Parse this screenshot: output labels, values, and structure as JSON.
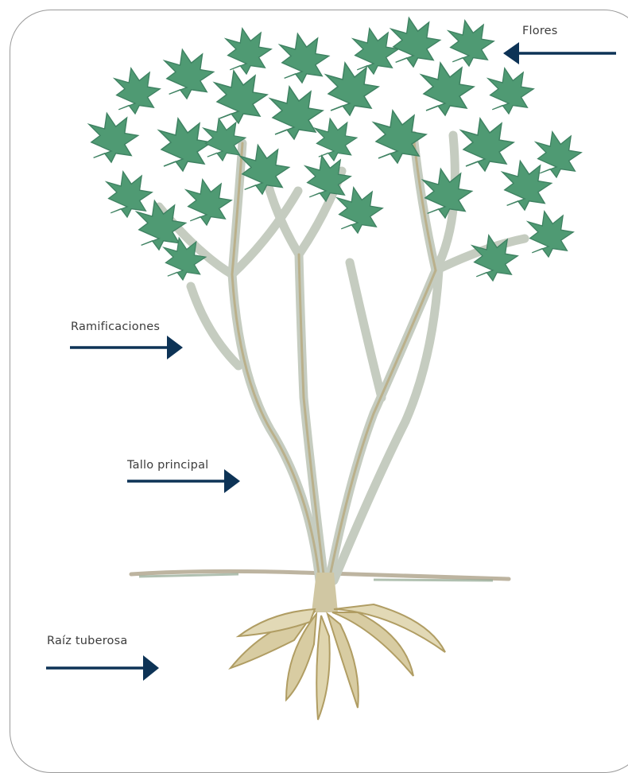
{
  "labels": {
    "flores": "Flores",
    "ramificaciones": "Ramificaciones",
    "tallo_principal": "Tallo principal",
    "raiz_tuberosa": "Raíz tuberosa"
  },
  "colors": {
    "arrow": "#0d3356",
    "leaf": "#4f9a73",
    "leaf_dark": "#3f8262",
    "stem": "#c8cfc0",
    "stem_shade": "#b7a77a",
    "root": "#d8cca2",
    "root_shade": "#b09d63",
    "frame": "#9a9a9a"
  }
}
